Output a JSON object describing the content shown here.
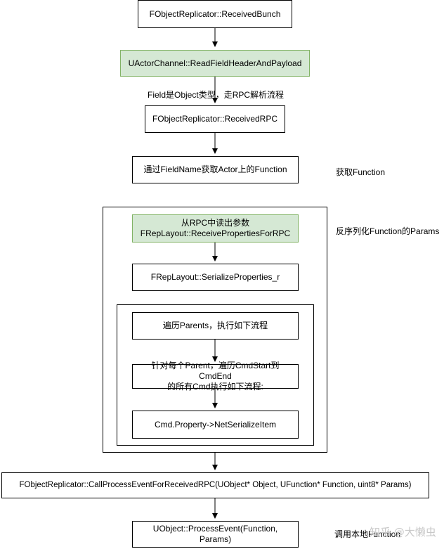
{
  "nodes": {
    "received_bunch": "FObjectReplicator::ReceivedBunch",
    "read_field_header": "UActorChannel::ReadFieldHeaderAndPayload",
    "received_rpc": "FObjectReplicator::ReceivedRPC",
    "get_function": "通过FieldName获取Actor上的Function",
    "read_params_line1": "从RPC中读出参数",
    "read_params_line2": "FRepLayout::ReceivePropertiesForRPC",
    "serialize_properties": "FRepLayout::SerializeProperties_r",
    "traverse_parents": "遍历Parents，执行如下流程",
    "each_parent_line1": "针对每个Parent，遍历CmdStart到CmdEnd",
    "each_parent_line2": "的所有Cmd执行如下流程:",
    "net_serialize_item": "Cmd.Property->NetSerializeItem",
    "call_process_event": "FObjectReplicator::CallProcessEventForReceivedRPC(UObject* Object, UFunction* Function, uint8* Params)",
    "process_event": "UObject::ProcessEvent(Function, Params)"
  },
  "labels": {
    "field_is_object": "Field是Object类型，走RPC解析流程",
    "get_function_note": "获取Function",
    "deserialize_note": "反序列化Function的Params",
    "call_local_note": "调用本地Function"
  },
  "watermark": "知乎 @大懒虫",
  "colors": {
    "green_fill": "#d5e8d4",
    "green_stroke": "#82b366",
    "line": "#000000"
  }
}
